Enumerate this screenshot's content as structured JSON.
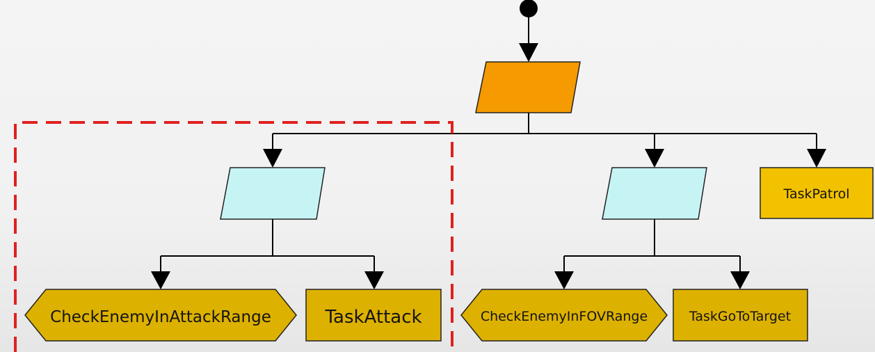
{
  "diagram": {
    "nodes": {
      "start": {
        "label": ""
      },
      "root_selector": {
        "label": ""
      },
      "attack_sequence": {
        "label": ""
      },
      "chase_sequence": {
        "label": ""
      },
      "check_attack": {
        "label": "CheckEnemyInAttackRange"
      },
      "task_attack": {
        "label": "TaskAttack"
      },
      "check_fov": {
        "label": "CheckEnemyInFOVRange"
      },
      "task_goto": {
        "label": "TaskGoToTarget"
      },
      "task_patrol": {
        "label": "TaskPatrol"
      }
    },
    "edges": [
      {
        "from": "start",
        "to": "root_selector"
      },
      {
        "from": "root_selector",
        "to": "attack_sequence"
      },
      {
        "from": "root_selector",
        "to": "chase_sequence"
      },
      {
        "from": "root_selector",
        "to": "task_patrol"
      },
      {
        "from": "attack_sequence",
        "to": "check_attack"
      },
      {
        "from": "attack_sequence",
        "to": "task_attack"
      },
      {
        "from": "chase_sequence",
        "to": "check_fov"
      },
      {
        "from": "chase_sequence",
        "to": "task_goto"
      }
    ],
    "highlight": {
      "group": [
        "attack_sequence",
        "check_attack",
        "task_attack"
      ]
    },
    "colors": {
      "selector_fill": "#f59a00",
      "sequence_fill": "#c6f4f4",
      "leaf_fill": "#f2c200",
      "condition_fill": "#ddb100",
      "line": "#000000",
      "highlight_border": "#e02020"
    }
  }
}
